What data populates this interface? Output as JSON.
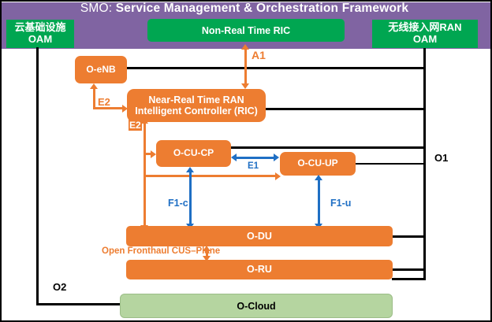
{
  "title_bar": {
    "lead": "SMO: ",
    "rest": "Service Management & Orchestration Framework",
    "color": "#8064a2"
  },
  "boxes": {
    "oam_left": {
      "label": "云基础设施\nOAM",
      "line1": "云基础设施",
      "line2": "OAM",
      "color": "#00a651"
    },
    "oam_right": {
      "label": "无线接入网RAN\nOAM",
      "line1": "无线接入网RAN",
      "line2": "OAM",
      "color": "#00a651"
    },
    "non_rt_ric": {
      "label": "Non-Real Time RIC",
      "color": "#00a651"
    },
    "o_enb": {
      "label": "O-eNB",
      "color": "#ed7d31"
    },
    "near_rt_ric": {
      "line1": "Near-Real Time RAN",
      "line2": "Intelligent Controller (RIC)",
      "color": "#ed7d31"
    },
    "o_cu_cp": {
      "label": "O-CU-CP",
      "color": "#ed7d31"
    },
    "o_cu_up": {
      "label": "O-CU-UP",
      "color": "#ed7d31"
    },
    "o_du": {
      "label": "O-DU",
      "color": "#ed7d31"
    },
    "o_ru": {
      "label": "O-RU",
      "color": "#ed7d31"
    },
    "o_cloud": {
      "label": "O-Cloud",
      "color": "#b5d5a0"
    }
  },
  "interfaces": {
    "a1": {
      "label": "A1",
      "color": "#ed7d31"
    },
    "e2_a": {
      "label": "E2",
      "color": "#ed7d31"
    },
    "e2_b": {
      "label": "E2",
      "color": "#ed7d31"
    },
    "e1": {
      "label": "E1",
      "color": "#1f6fc4"
    },
    "f1c": {
      "label": "F1-c",
      "color": "#1f6fc4"
    },
    "f1u": {
      "label": "F1-u",
      "color": "#1f6fc4"
    },
    "fronthaul": {
      "label": "Open Fronthaul CUS–Plane",
      "color": "#ed7d31"
    },
    "o1": {
      "label": "O1",
      "color": "#000000"
    },
    "o2": {
      "label": "O2",
      "color": "#000000"
    }
  }
}
